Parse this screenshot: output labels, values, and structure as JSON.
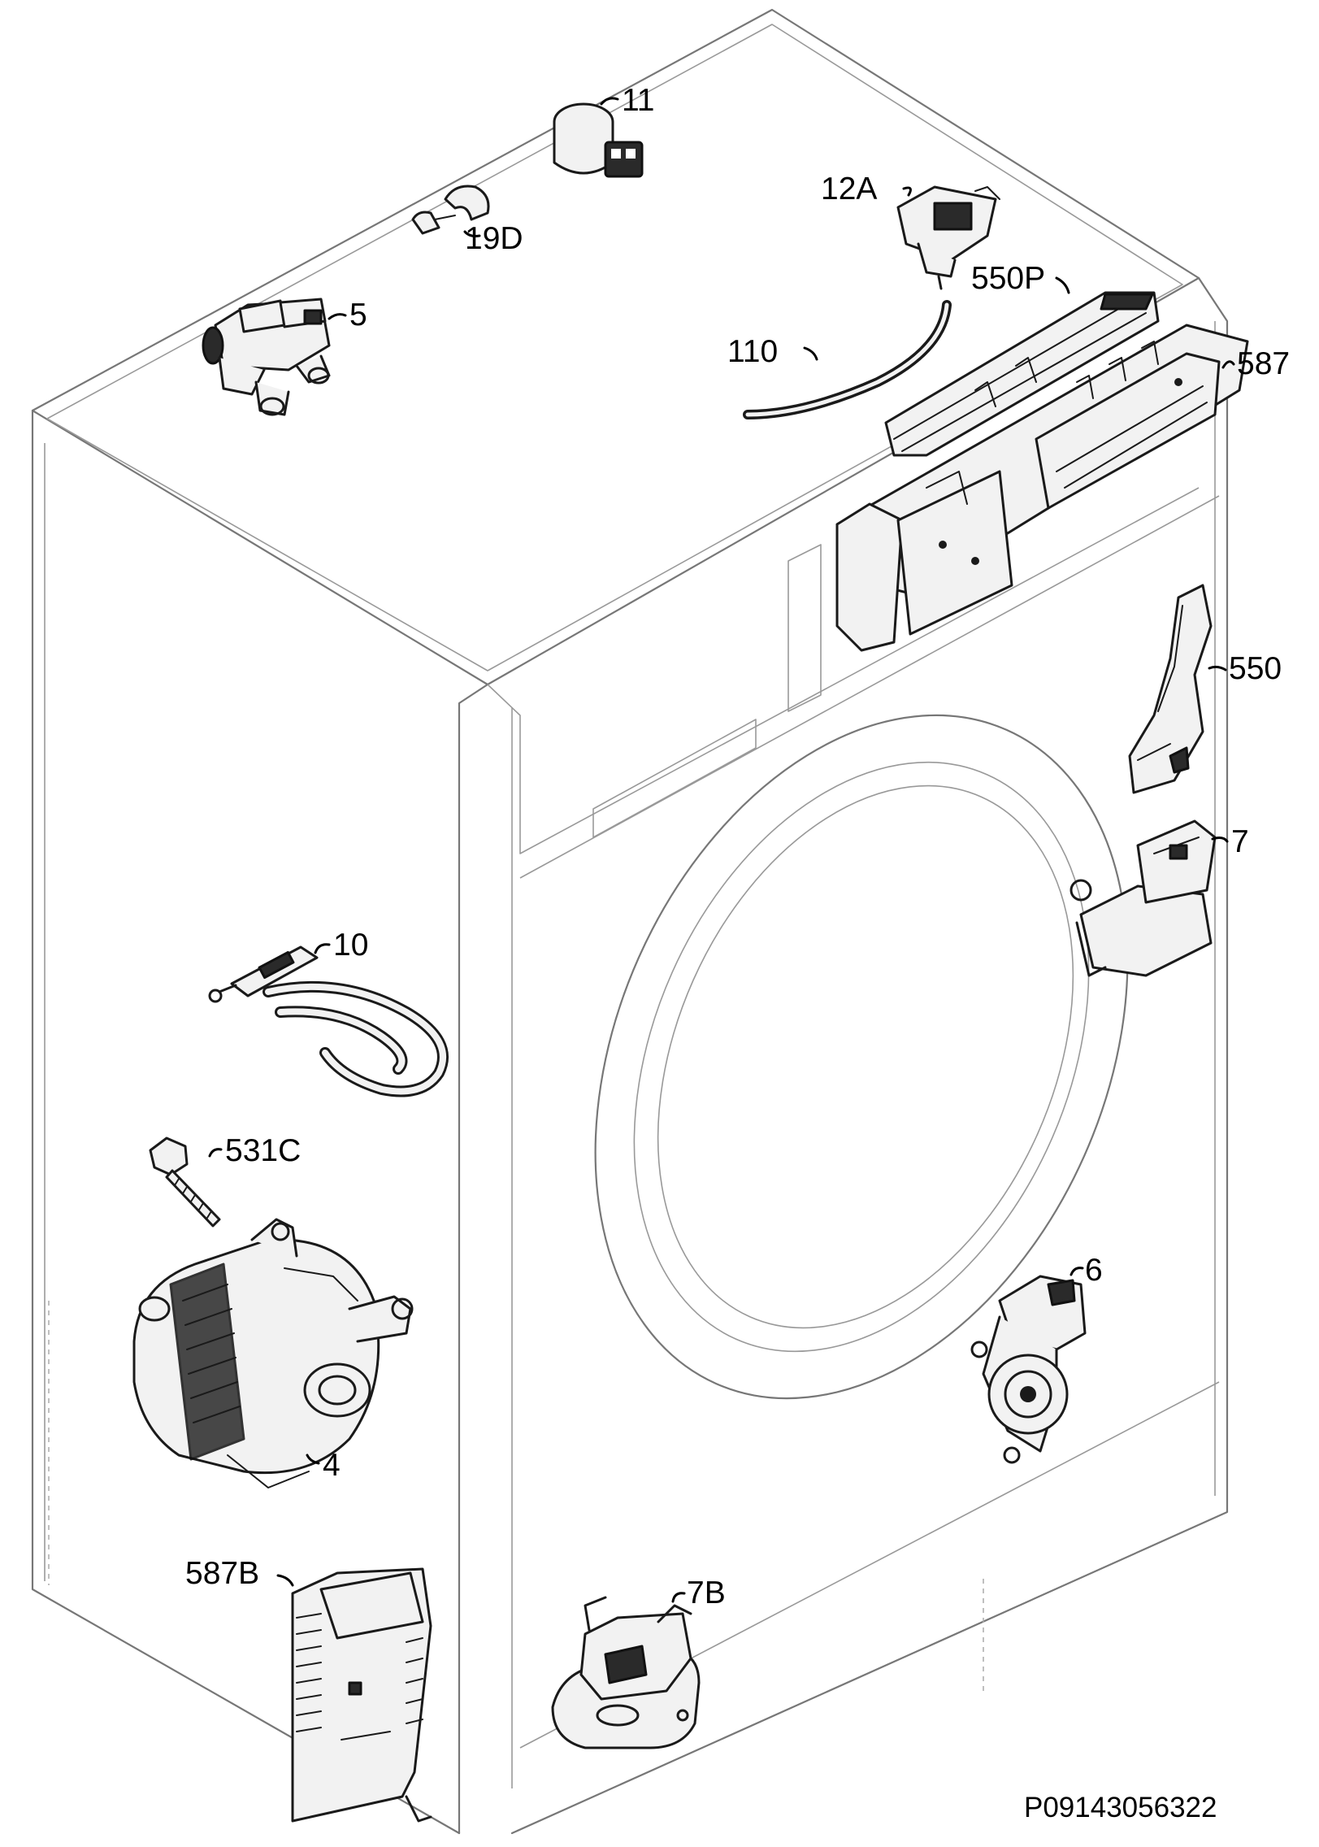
{
  "drawing_number": "P09143056322",
  "parts": [
    {
      "id": "part-11",
      "label": "11"
    },
    {
      "id": "part-19d",
      "label": "19D"
    },
    {
      "id": "part-12a",
      "label": "12A"
    },
    {
      "id": "part-5",
      "label": "5"
    },
    {
      "id": "part-550p",
      "label": "550P"
    },
    {
      "id": "part-110",
      "label": "110"
    },
    {
      "id": "part-587",
      "label": "587"
    },
    {
      "id": "part-550",
      "label": "550"
    },
    {
      "id": "part-7",
      "label": "7"
    },
    {
      "id": "part-10",
      "label": "10"
    },
    {
      "id": "part-531c",
      "label": "531C"
    },
    {
      "id": "part-6",
      "label": "6"
    },
    {
      "id": "part-4",
      "label": "4"
    },
    {
      "id": "part-587b",
      "label": "587B"
    },
    {
      "id": "part-7b",
      "label": "7B"
    }
  ]
}
